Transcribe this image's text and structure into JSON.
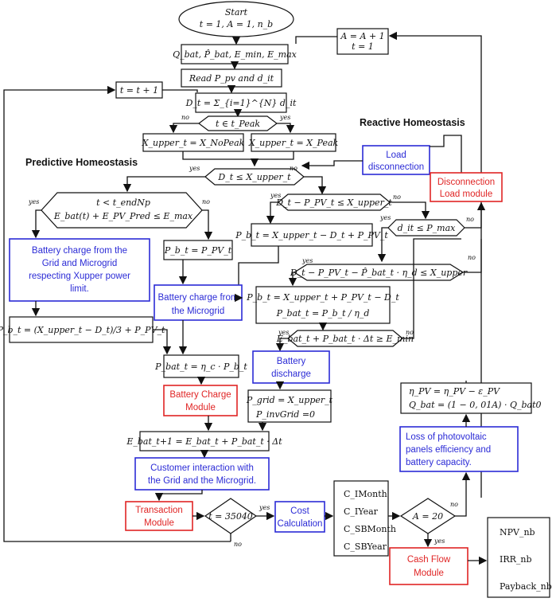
{
  "headers": {
    "reactive": "Reactive Homeostasis",
    "predictive": "Predictive Homeostasis"
  },
  "start": {
    "title": "Start",
    "sub": "t = 1, A = 1, n_b"
  },
  "boxes": {
    "params": "Q_bat, P̂_bat, E_min, E_max",
    "read": "Read P_pv and d_it",
    "dt_sum": "D_t = Σ_{i=1}^{N} d_it",
    "t_inc": "t = t + 1",
    "a_inc_1": "A = A + 1",
    "a_inc_2": "t = 1",
    "x_nopeak": "X_upper_t = X_NoPeak",
    "x_peak": "X_upper_t = X_Peak",
    "pb_pv": "P_b_t = P_PV_t",
    "pb_x1": "P_b_t = X_upper_t − D_t + P_PV_t",
    "pb_x2a": "P_b_t = X_upper_t + P_PV_t − D_t",
    "pb_x2b": "P_bat_t = P_b_t / η_d",
    "pb_grid": "P_b_t = (X_upper_t − D_t)/3 + P_PV_t",
    "pbat_eta": "P_bat_t = η_c · P_b_t",
    "pgrid_a": "P_grid = X_upper_t",
    "pgrid_b": "P_invGrid =0",
    "ebat": "E_bat_t+1 = E_bat_t + P_bat_t · Δt",
    "eta_pv_a": "η_PV = η_PV − ε_PV",
    "eta_pv_b": "Q_bat = (1 − 0, 01A) · Q_bat0",
    "costs": [
      "C_IMonth",
      "C_IYear",
      "C_SBMonth",
      "C_SBYear"
    ],
    "outputs": [
      "NPV_nb",
      "IRR_nb",
      "Payback_nb"
    ]
  },
  "decisions": {
    "peak": "t ∈ t_Peak",
    "dt_x": "D_t ≤ X_upper_t",
    "t_endnp_a": "t < t_endNp",
    "t_endnp_b": "E_bat(t) + E_PV_Pred ≤ E_max",
    "dt_ppv_x": "D_t − P_PV_t ≤ X_upper_t",
    "dit_pmax": "d_it ≤ P_max",
    "dt_ppv_pbat": "D_t − P_PV_t − P̂_bat_t · η_d ≤ X_upper",
    "ebat_emin": "E_bat_t + P_bat_t · Δt ≥ E_min",
    "t_35040": "t = 35040",
    "a_20": "A = 20"
  },
  "blue": {
    "load_disc": [
      "Load",
      "disconnection"
    ],
    "batt_grid": [
      "Battery charge from the",
      "Grid  and Microgrid",
      "respecting Xupper power",
      "limit."
    ],
    "batt_micro": [
      "Battery charge from",
      "the Microgrid"
    ],
    "batt_disc": [
      "Battery",
      "discharge"
    ],
    "loss_pv": [
      "Loss of photovoltaic",
      "panels efficiency and",
      "battery capacity."
    ],
    "customer": [
      "Customer interaction with",
      "the Grid and the Microgrid."
    ],
    "cost_calc": [
      "Cost",
      "Calculation"
    ]
  },
  "red": {
    "disc_load": [
      "Disconnection",
      "Load module"
    ],
    "batt_charge_mod": [
      "Battery Charge",
      "Module"
    ],
    "transaction": [
      "Transaction",
      "Module"
    ],
    "cash_flow": [
      "Cash Flow",
      "Module"
    ]
  },
  "labels": {
    "yes": "yes",
    "no": "no"
  },
  "colors": {
    "blue": "#2b2bd6",
    "red": "#e02525",
    "line": "#111111"
  }
}
